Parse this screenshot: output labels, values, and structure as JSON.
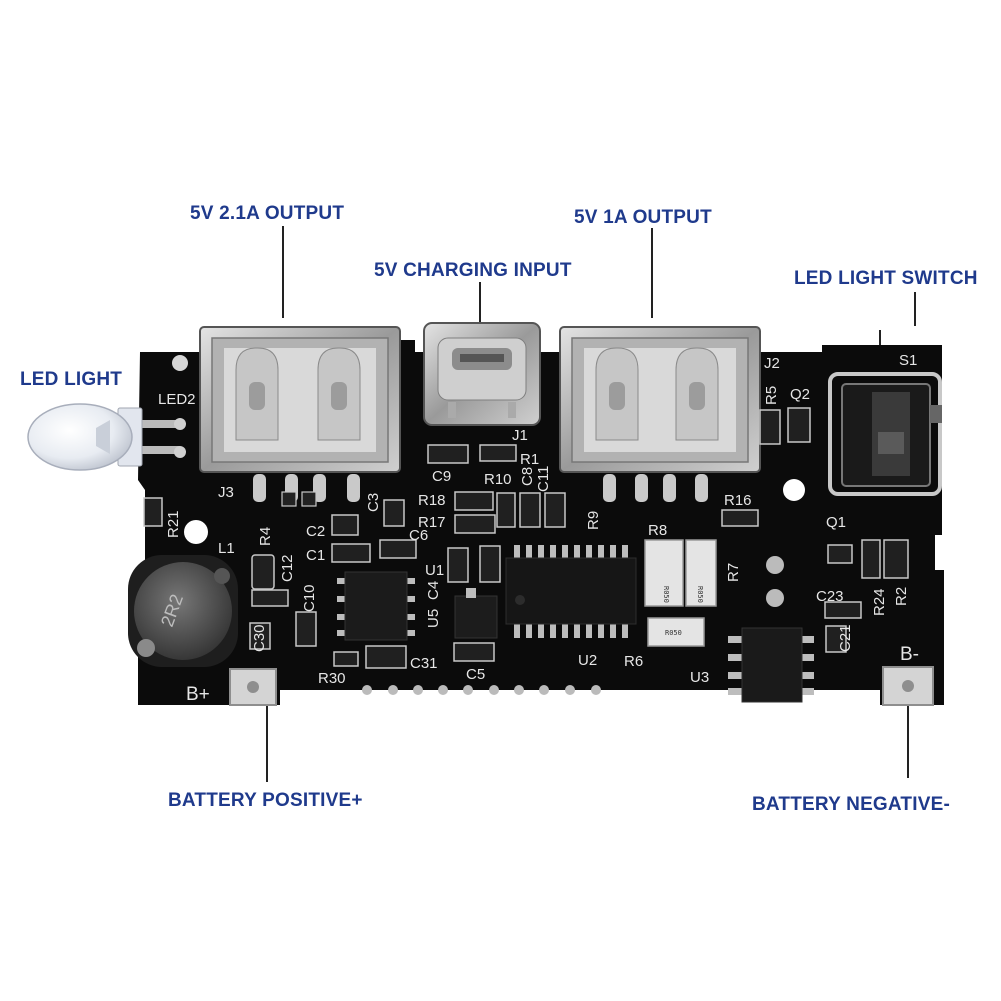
{
  "callouts": {
    "usb_21a": "5V 2.1A OUTPUT",
    "charging_input": "5V CHARGING INPUT",
    "usb_1a": "5V 1A OUTPUT",
    "led_switch": "LED LIGHT SWITCH",
    "led_light": "LED LIGHT",
    "battery_positive": "BATTERY POSITIVE+",
    "battery_negative": "BATTERY NEGATIVE-"
  },
  "silkscreen": {
    "led2": "LED2",
    "j3": "J3",
    "j1": "J1",
    "j2": "J2",
    "s1": "S1",
    "q1": "Q1",
    "q2": "Q2",
    "r5": "R5",
    "r16": "R16",
    "r21": "R21",
    "r4": "R4",
    "l1": "L1",
    "c12": "C12",
    "c10": "C10",
    "c30": "C30",
    "c2": "C2",
    "c1": "C1",
    "c3": "C3",
    "c6": "C6",
    "c9": "C9",
    "r1": "R1",
    "r10": "R10",
    "c8": "C8",
    "c11": "C11",
    "r18": "R18",
    "r17": "R17",
    "r9": "R9",
    "u1": "U1",
    "c4": "C4",
    "u5": "U5",
    "c31": "C31",
    "r30": "R30",
    "c5": "C5",
    "u2": "U2",
    "r6": "R6",
    "r8": "R8",
    "r7": "R7",
    "u3": "U3",
    "c21": "C21",
    "c23": "C23",
    "r24": "R24",
    "r2": "R2",
    "b_plus": "B+",
    "b_minus": "B-",
    "inductor": "2R2",
    "r050_a": "R050",
    "r050_b": "R050",
    "r050_c": "R050"
  },
  "colors": {
    "callout_text": "#1f3a8c",
    "board": "#0b0b0b",
    "silkscreen": "#e6e6e6",
    "metal": "#b8b8b8",
    "leader_line": "#222222"
  }
}
